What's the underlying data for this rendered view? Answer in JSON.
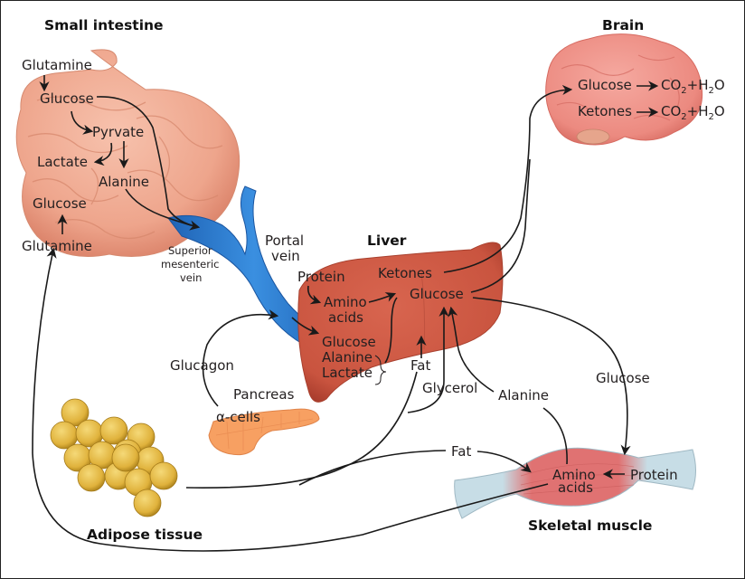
{
  "titles": {
    "small_intestine": "Small intestine",
    "brain": "Brain",
    "liver": "Liver",
    "adipose": "Adipose tissue",
    "skeletal_muscle": "Skeletal muscle",
    "pancreas": "Pancreas"
  },
  "intestine": {
    "glutamine_top": "Glutamine",
    "glucose_top": "Glucose",
    "pyruvate": "Pyrvate",
    "lactate": "Lactate",
    "alanine": "Alanine",
    "glucose_bottom": "Glucose",
    "glutamine_bottom": "Glutamine"
  },
  "veins": {
    "superior_line1": "Superior",
    "superior_line2": "mesenteric",
    "superior_line3": "vein",
    "portal_line1": "Portal",
    "portal_line2": "vein"
  },
  "brain": {
    "glucose": "Glucose",
    "ketones": "Ketones",
    "product": "CO",
    "product_sub": "2",
    "plus": "+H",
    "water_sub": "2",
    "water_o": "O"
  },
  "liver": {
    "protein": "Protein",
    "amino_line1": "Amino",
    "amino_line2": "acids",
    "ketones": "Ketones",
    "glucose": "Glucose",
    "in_glucose": "Glucose",
    "in_alanine": "Alanine",
    "in_lactate": "Lactate"
  },
  "flows": {
    "glucagon": "Glucagon",
    "alpha_cells": "α-cells",
    "fat_to_liver": "Fat",
    "glycerol": "Glycerol",
    "alanine": "Alanine",
    "glucose_to_muscle": "Glucose",
    "fat_to_muscle": "Fat"
  },
  "muscle": {
    "amino_line1": "Amino",
    "amino_line2": "acids",
    "protein": "Protein"
  },
  "colors": {
    "intestine": "#eea58c",
    "vein": "#2f7fd0",
    "liver": "#c9543f",
    "brain": "#ee8f86",
    "pancreas": "#f7a062",
    "adipose": "#e0b23c",
    "muscle": "#e07272",
    "tendon": "#c7dde6"
  }
}
